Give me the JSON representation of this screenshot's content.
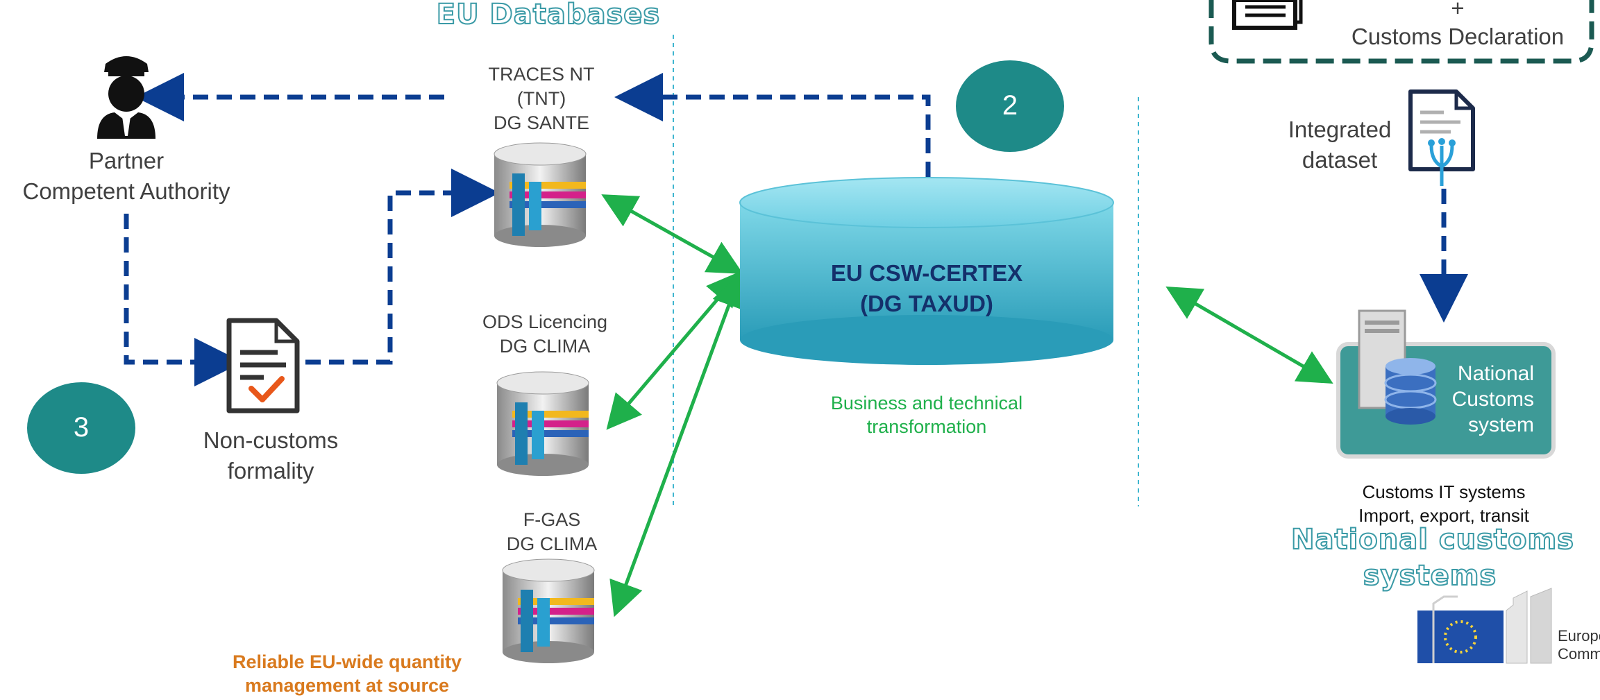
{
  "titles": {
    "eu_databases": "EU Databases",
    "national_systems_line1": "National customs",
    "national_systems_line2": "systems"
  },
  "partner": {
    "line1": "Partner",
    "line2": "Competent Authority"
  },
  "non_customs": {
    "line1": "Non-customs",
    "line2": "formality"
  },
  "steps": {
    "two": "2",
    "three": "3"
  },
  "databases": {
    "traces": {
      "line1": "TRACES NT",
      "line2": "(TNT)",
      "line3": "DG SANTE"
    },
    "ods": {
      "line1": "ODS Licencing",
      "line2": "DG CLIMA"
    },
    "fgas": {
      "line1": "F-GAS",
      "line2": "DG CLIMA"
    }
  },
  "central": {
    "line1": "EU CSW-CERTEX",
    "line2": "(DG TAXUD)"
  },
  "transformation": {
    "line1": "Business and technical",
    "line2": "transformation"
  },
  "reliable": {
    "line1": "Reliable EU-wide quantity",
    "line2": "management at source"
  },
  "declaration_box": {
    "plus": "+",
    "label": "Customs Declaration"
  },
  "integrated": {
    "line1": "Integrated",
    "line2": "dataset"
  },
  "national_system": {
    "line1": "National",
    "line2": "Customs",
    "line3": "system"
  },
  "customs_it": {
    "line1": "Customs IT systems",
    "line2": "Import, export, transit"
  },
  "ec_logo": {
    "line1": "European",
    "line2": "Commission"
  },
  "colors": {
    "teal": "#1e8a88",
    "navy": "#0b3d91",
    "green": "#1fb04b",
    "orange": "#d97a1e",
    "cyan": "#3fb6cf"
  }
}
